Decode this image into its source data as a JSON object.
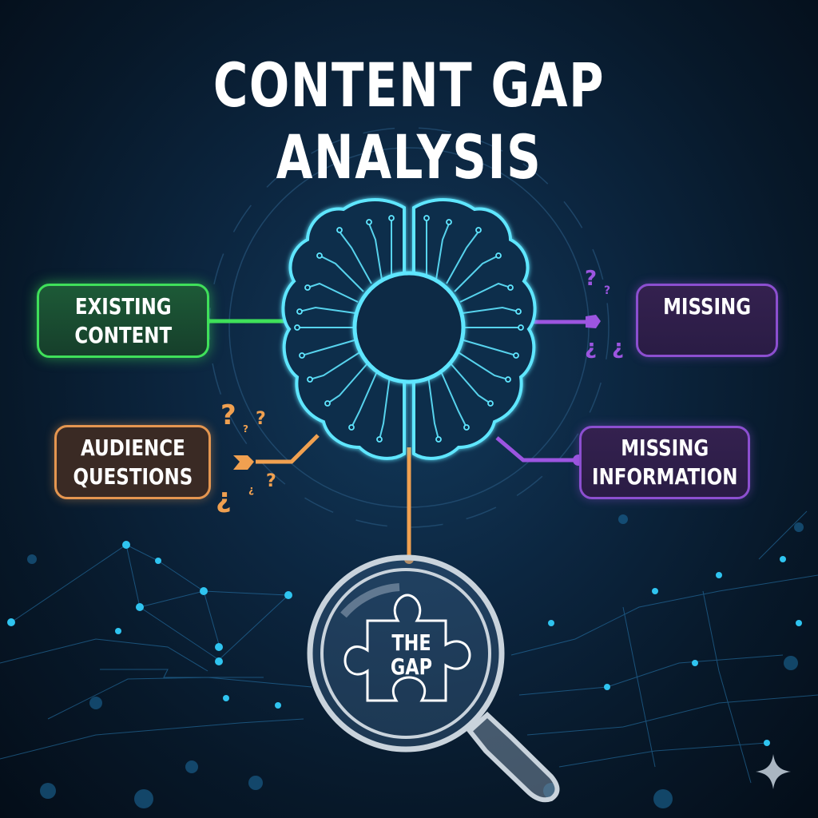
{
  "title": "CONTENT GAP ANALYSIS",
  "center": {
    "icon": "circuit-brain-icon",
    "color": "#5fe6ff"
  },
  "nodes": {
    "existing_content": {
      "line1": "EXISTING",
      "line2": "CONTENT",
      "color": "#3fe05a"
    },
    "audience_questions": {
      "line1": "AUDIENCE",
      "line2": "QUESTIONS",
      "color": "#e59650"
    },
    "missing": {
      "label": "MISSING",
      "color": "#8c4fd0"
    },
    "missing_information": {
      "line1": "MISSING",
      "line2": "INFORMATION",
      "color": "#8c4fd0"
    }
  },
  "gap": {
    "line1": "THE",
    "line2": "GAP",
    "icon": "magnifying-glass-puzzle-icon"
  },
  "question_marks": {
    "q": "?",
    "inv": "¿"
  },
  "watermark": {
    "icon": "sparkle-icon"
  }
}
